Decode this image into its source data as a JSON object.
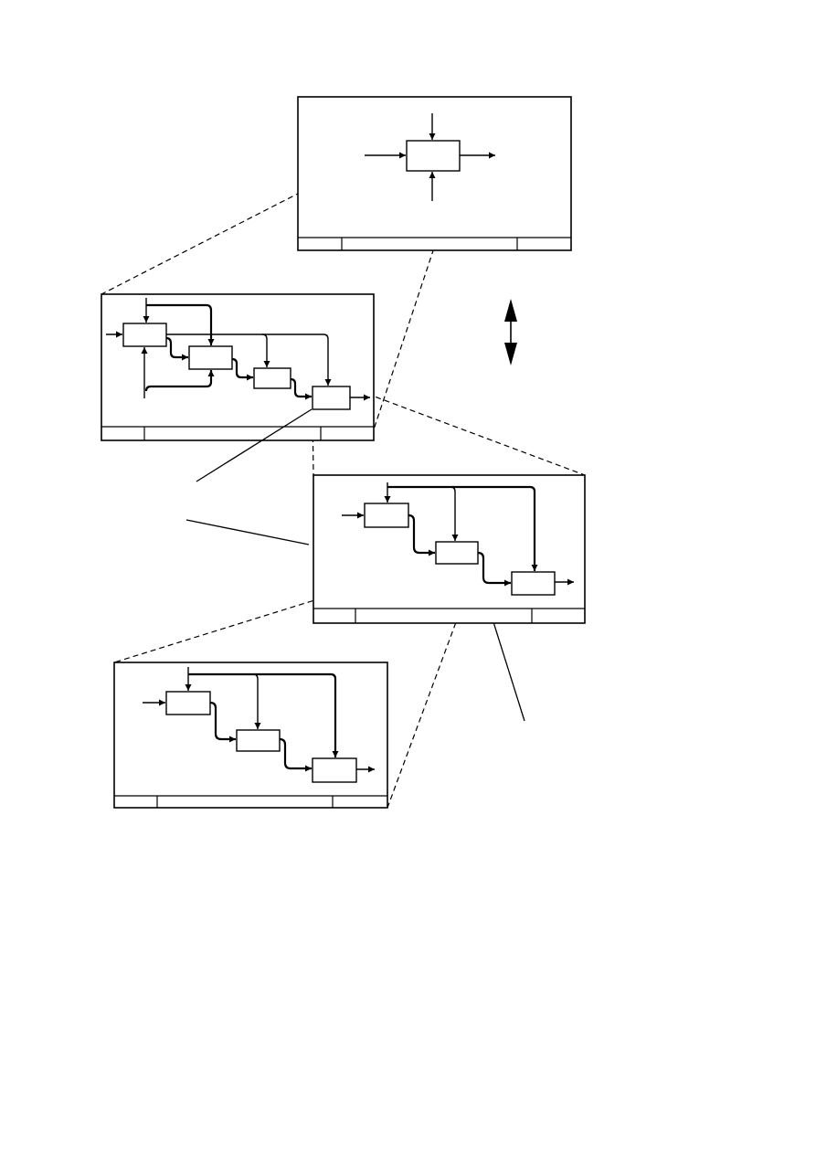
{
  "diagram": {
    "kind": "hierarchical decomposition of activity diagrams",
    "levels": [
      {
        "id": "context",
        "boxes": 1
      },
      {
        "id": "level-1",
        "boxes": 4
      },
      {
        "id": "level-2",
        "boxes": 3
      },
      {
        "id": "level-3",
        "boxes": 3
      }
    ],
    "colors": {
      "ink": "#000000",
      "paper": "#ffffff"
    },
    "icons": [
      "double-headed-arrow-icon"
    ]
  }
}
